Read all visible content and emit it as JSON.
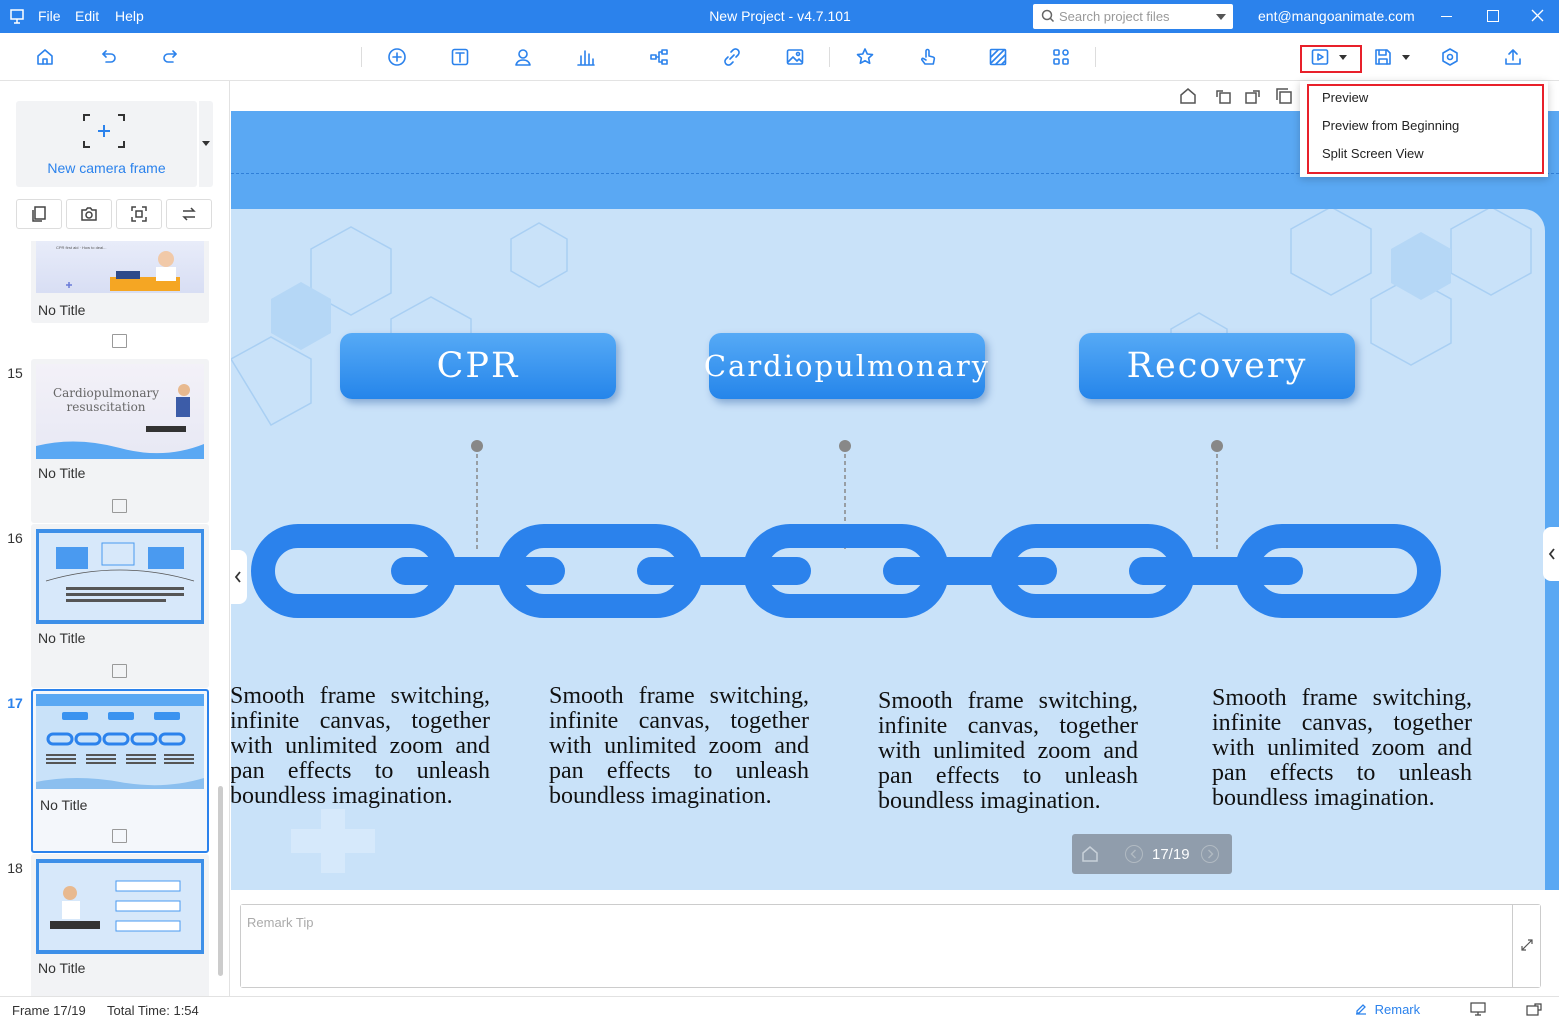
{
  "app": {
    "title": "New Project - v4.7.101",
    "menu": [
      "File",
      "Edit",
      "Help"
    ],
    "search_placeholder": "Search project files",
    "account": "ent@mangoanimate.com"
  },
  "toolbar": {
    "icons": [
      "home-icon",
      "undo-icon",
      "redo-icon",
      "add-icon",
      "text-icon",
      "person-icon",
      "chart-icon",
      "tree-icon",
      "link-icon",
      "image-icon",
      "star-effect-icon",
      "touch-icon",
      "background-pattern-icon",
      "grid-apps-icon",
      "preview-play-icon",
      "save-icon",
      "settings-icon",
      "publish-icon"
    ]
  },
  "preview_menu": {
    "items": [
      "Preview",
      "Preview from Beginning",
      "Split Screen View"
    ]
  },
  "sidebar": {
    "new_frame_label": "New camera frame",
    "slides": [
      {
        "number": "",
        "title": "No Title"
      },
      {
        "number": "15",
        "title": "No Title",
        "thumb_text": "Cardiopulmonary resuscitation"
      },
      {
        "number": "16",
        "title": "No Title"
      },
      {
        "number": "17",
        "title": "No Title",
        "active": true
      },
      {
        "number": "18",
        "title": "No Title"
      }
    ]
  },
  "canvas": {
    "headings": [
      "CPR",
      "Cardiopulmonary",
      "Recovery"
    ],
    "paragraph": "Smooth frame switching, infinite canvas, together with unlimited zoom and pan effects to unleash boundless imagination.",
    "pager": "17/19"
  },
  "remark": {
    "placeholder": "Remark Tip"
  },
  "status": {
    "frame": "Frame 17/19",
    "total_time": "Total Time: 1:54",
    "remark_label": "Remark"
  },
  "colors": {
    "accent": "#2b82ec",
    "highlight": "#e8202a",
    "canvas_bg": "#5aa8f3",
    "panel_bg": "#c9e2f9"
  }
}
